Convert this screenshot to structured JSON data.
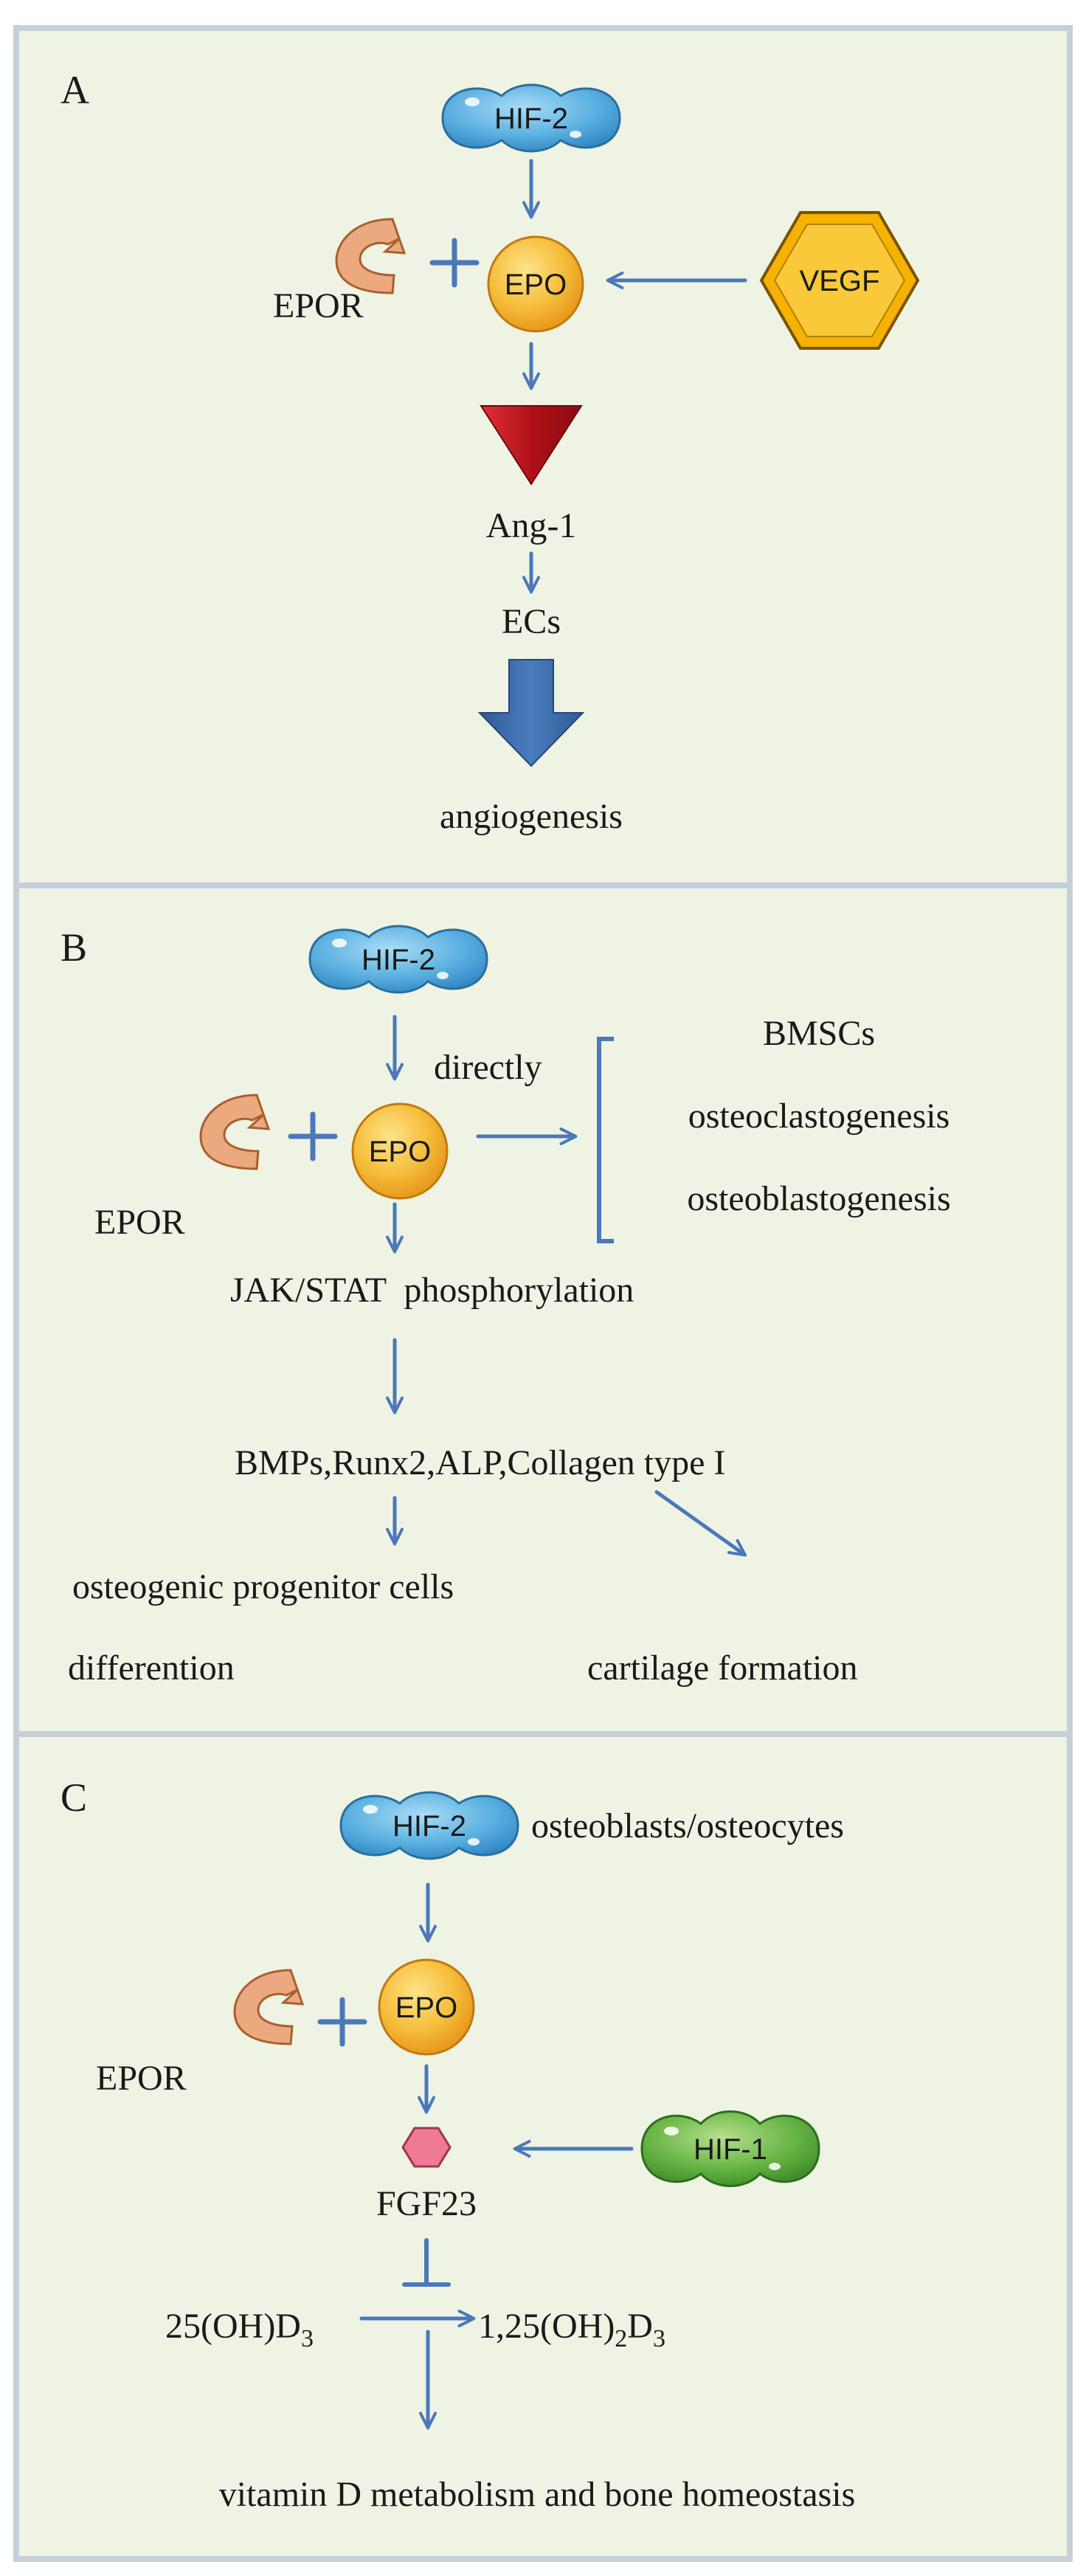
{
  "panels": [
    {
      "letter": "A",
      "nodes": {
        "hif": "HIF-2",
        "epo": "EPO",
        "epor": "EPOR",
        "vegf": "VEGF",
        "ang": "Ang-1",
        "ecs": "ECs",
        "outcome": "angiogenesis"
      }
    },
    {
      "letter": "B",
      "nodes": {
        "hif": "HIF-2",
        "epo": "EPO",
        "epor": "EPOR",
        "directly": "directly",
        "targets": [
          "BMSCs",
          "osteoclastogenesis",
          "osteoblastogenesis"
        ],
        "pathway": "JAK/STAT  phosphorylation",
        "markers": "BMPs,Runx2,ALP,Collagen type I",
        "progenitor": "osteogenic progenitor cells",
        "differention": "differention",
        "cartilage": "cartilage formation"
      }
    },
    {
      "letter": "C",
      "nodes": {
        "hif2": "HIF-2",
        "source": "osteoblasts/osteocytes",
        "epo": "EPO",
        "epor": "EPOR",
        "hif1": "HIF-1",
        "fgf": "FGF23",
        "d_left": "25(OH)D",
        "d_left_sub": "3",
        "d_right_pre": "1,25(OH)",
        "d_right_sub1": "2",
        "d_right_mid": "D",
        "d_right_sub2": "3",
        "outcome": "vitamin D metabolism and bone homeostasis"
      }
    }
  ],
  "colors": {
    "panel_bg": "#eef3e3",
    "panel_border": "#c4d0da",
    "arrow": "#4a78b8",
    "hif2": "#5ab0e0",
    "hif1": "#5aa83c",
    "epo": "#f4b63a",
    "epor": "#eca87e",
    "vegf": "#f5b200",
    "ang": "#c8171e",
    "fgf": "#f07a96",
    "big_arrow": "#3d6aa8"
  }
}
